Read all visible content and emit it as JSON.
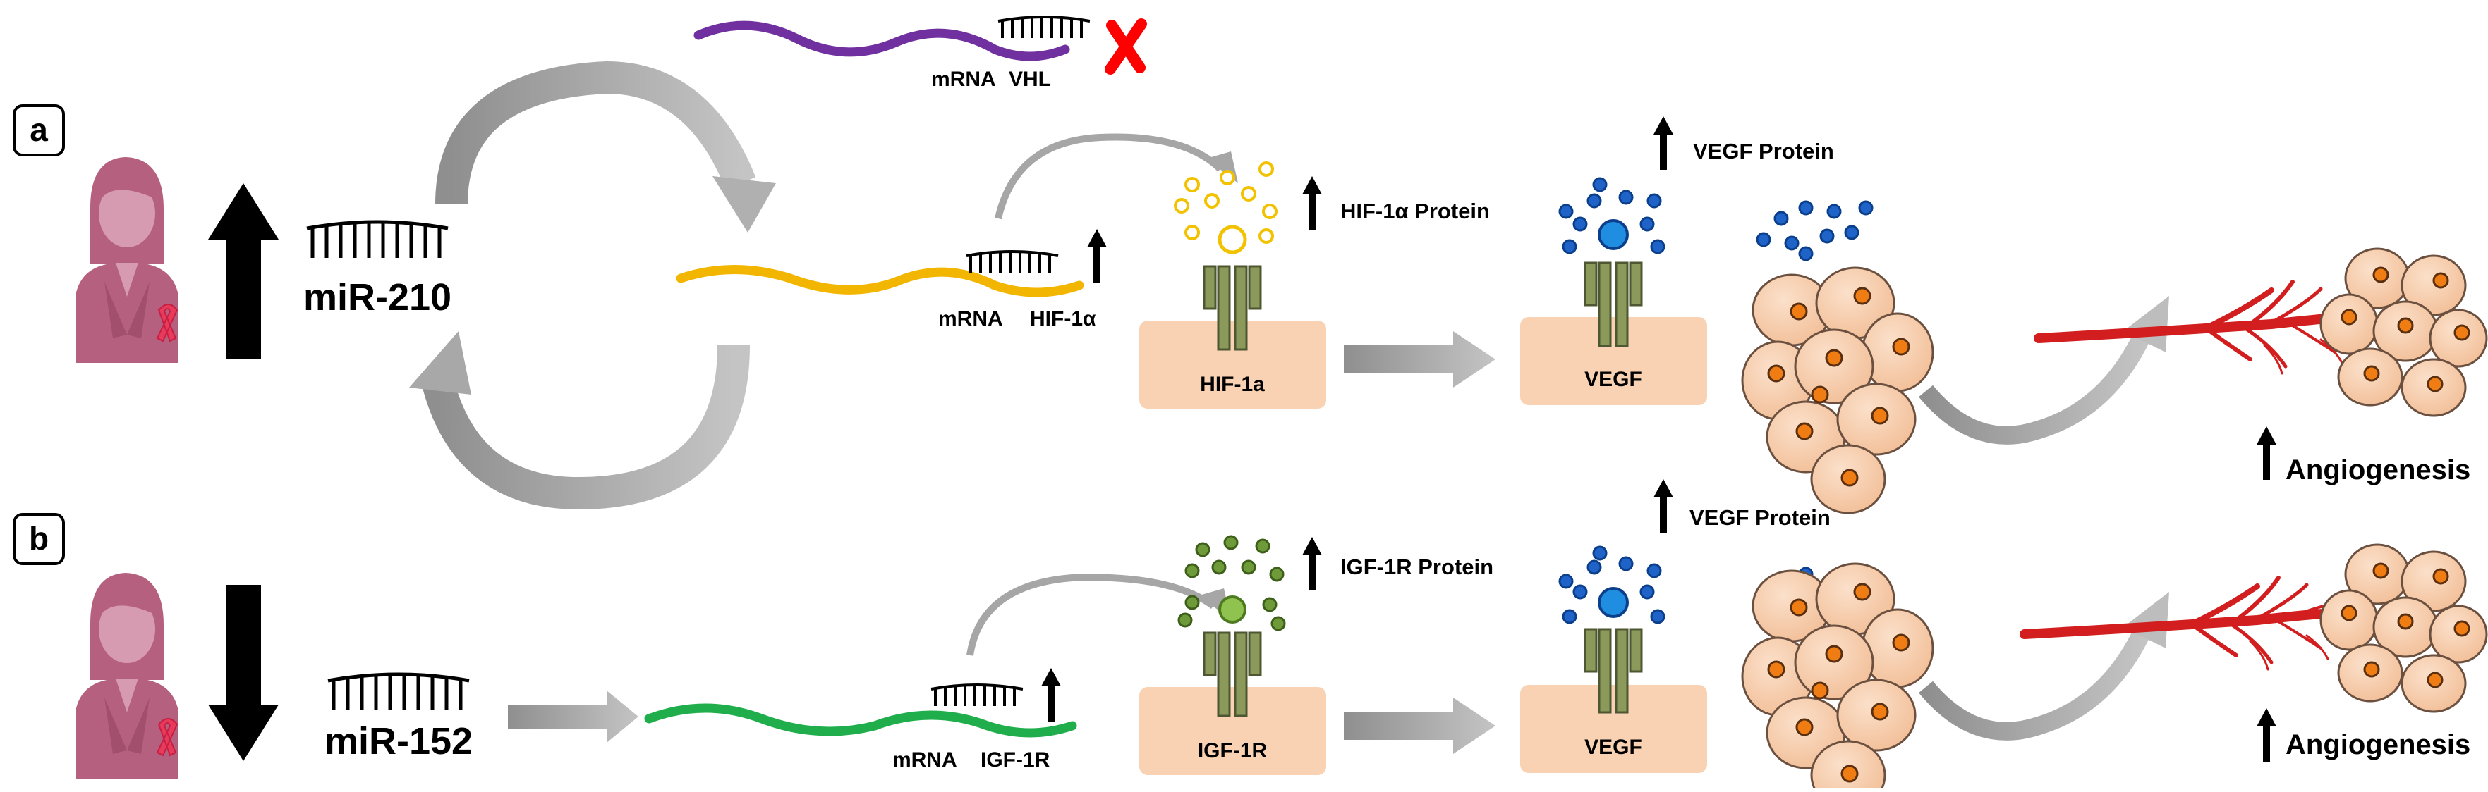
{
  "panels": {
    "a": {
      "letter": "a",
      "mirna": "miR-210",
      "mrna_word": "mRNA",
      "vhl": "VHL",
      "target": "HIF-1α",
      "receptor_box": "HIF-1a",
      "receptor_protein": "HIF-1α Protein",
      "vegf_box": "VEGF",
      "vegf_protein": "VEGF Protein",
      "outcome": "Angiogenesis"
    },
    "b": {
      "letter": "b",
      "mirna": "miR-152",
      "mrna_word": "mRNA",
      "target": "IGF-1R",
      "receptor_box": "IGF-1R",
      "receptor_protein": "IGF-1R Protein",
      "vegf_box": "VEGF",
      "vegf_protein": "VEGF Protein",
      "outcome": "Angiogenesis"
    }
  },
  "colors": {
    "patient": "#b5607e",
    "ribbon": "#e83a5a",
    "vhl_mrna": "#7030a0",
    "hif_mrna": "#f2b600",
    "igf_mrna": "#1fae4b",
    "receptor": "#8b9a5b",
    "box": "#f8d2b2",
    "vegf_ligand": "#1f63c8",
    "hif_ligand": "#f2c200",
    "igf_ligand": "#6f9a3a",
    "cell": "#f6c9a6",
    "nucleus": "#f07d14",
    "vessel": "#d21e1e",
    "arrow_grey": "#a6a6a6",
    "inhibit": "#ff0000"
  },
  "icons": [
    "patient-icon",
    "awareness-ribbon-icon",
    "mirna-comb-icon",
    "inhibition-x-icon",
    "up-arrow-icon",
    "down-arrow-icon"
  ]
}
